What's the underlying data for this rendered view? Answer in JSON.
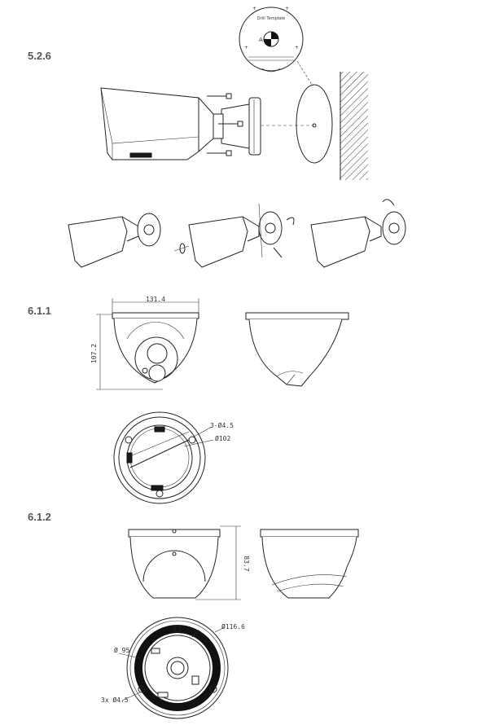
{
  "sections": [
    {
      "id": "5.2.6",
      "label": "5.2.6"
    },
    {
      "id": "6.1.1",
      "label": "6.1.1"
    },
    {
      "id": "6.1.2",
      "label": "6.1.2"
    }
  ],
  "drill_template": {
    "title": "Drill Template",
    "marker": "A"
  },
  "dimensions_611": {
    "width": "131.4",
    "height": "107.2",
    "holes": "3-Ø4.5",
    "circle": "Ø102"
  },
  "dimensions_612": {
    "height": "83.7",
    "outer": "Ø116.6",
    "inner": "Ø 95",
    "holes": "3x Ø4.5"
  }
}
